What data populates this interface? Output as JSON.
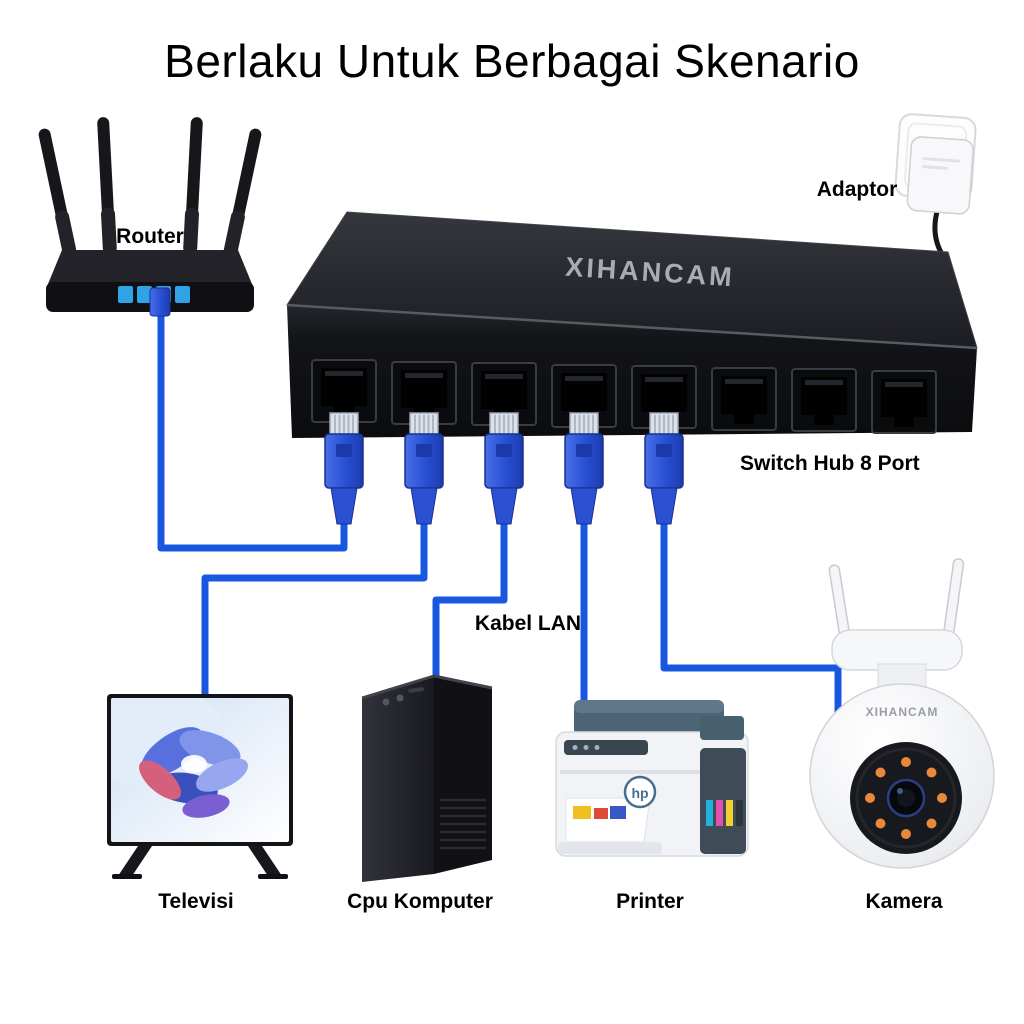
{
  "title": "Berlaku Untuk Berbagai Skenario",
  "switch": {
    "label": "Switch Hub 8 Port",
    "brand": "XIHANCAM",
    "port_count": 8
  },
  "cable_label": "Kabel LAN",
  "devices": {
    "router": {
      "label": "Router"
    },
    "adaptor": {
      "label": "Adaptor"
    },
    "tv": {
      "label": "Televisi"
    },
    "cpu": {
      "label": "Cpu Komputer"
    },
    "printer": {
      "label": "Printer",
      "logo_text": "hp"
    },
    "camera": {
      "label": "Kamera",
      "brand": "XIHANCAM"
    }
  },
  "colors": {
    "background": "#ffffff",
    "lan_cable": "#1857e0",
    "plug_blue": "#2a52d6",
    "switch_body": "#1a1b1f",
    "text": "#000000"
  },
  "topology": {
    "type": "network-diagram",
    "hub": "Switch Hub 8 Port",
    "connections": [
      {
        "from": "Router",
        "to": "Switch Hub 8 Port",
        "medium": "Kabel LAN"
      },
      {
        "from": "Switch Hub 8 Port",
        "to": "Televisi",
        "medium": "Kabel LAN"
      },
      {
        "from": "Switch Hub 8 Port",
        "to": "Cpu Komputer",
        "medium": "Kabel LAN"
      },
      {
        "from": "Switch Hub 8 Port",
        "to": "Printer",
        "medium": "Kabel LAN"
      },
      {
        "from": "Switch Hub 8 Port",
        "to": "Kamera",
        "medium": "Kabel LAN"
      },
      {
        "from": "Adaptor",
        "to": "Switch Hub 8 Port",
        "medium": "power"
      }
    ]
  }
}
